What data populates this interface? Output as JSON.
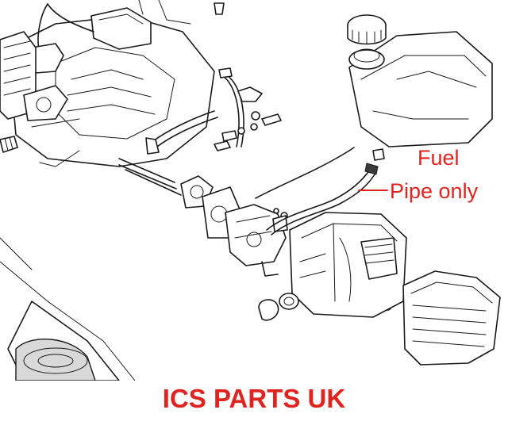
{
  "callout": {
    "line1": "Fuel",
    "line2": "Pipe only",
    "color": "#e0231f"
  },
  "brand": {
    "text": "ICS PARTS UK",
    "color": "#e0231f"
  }
}
